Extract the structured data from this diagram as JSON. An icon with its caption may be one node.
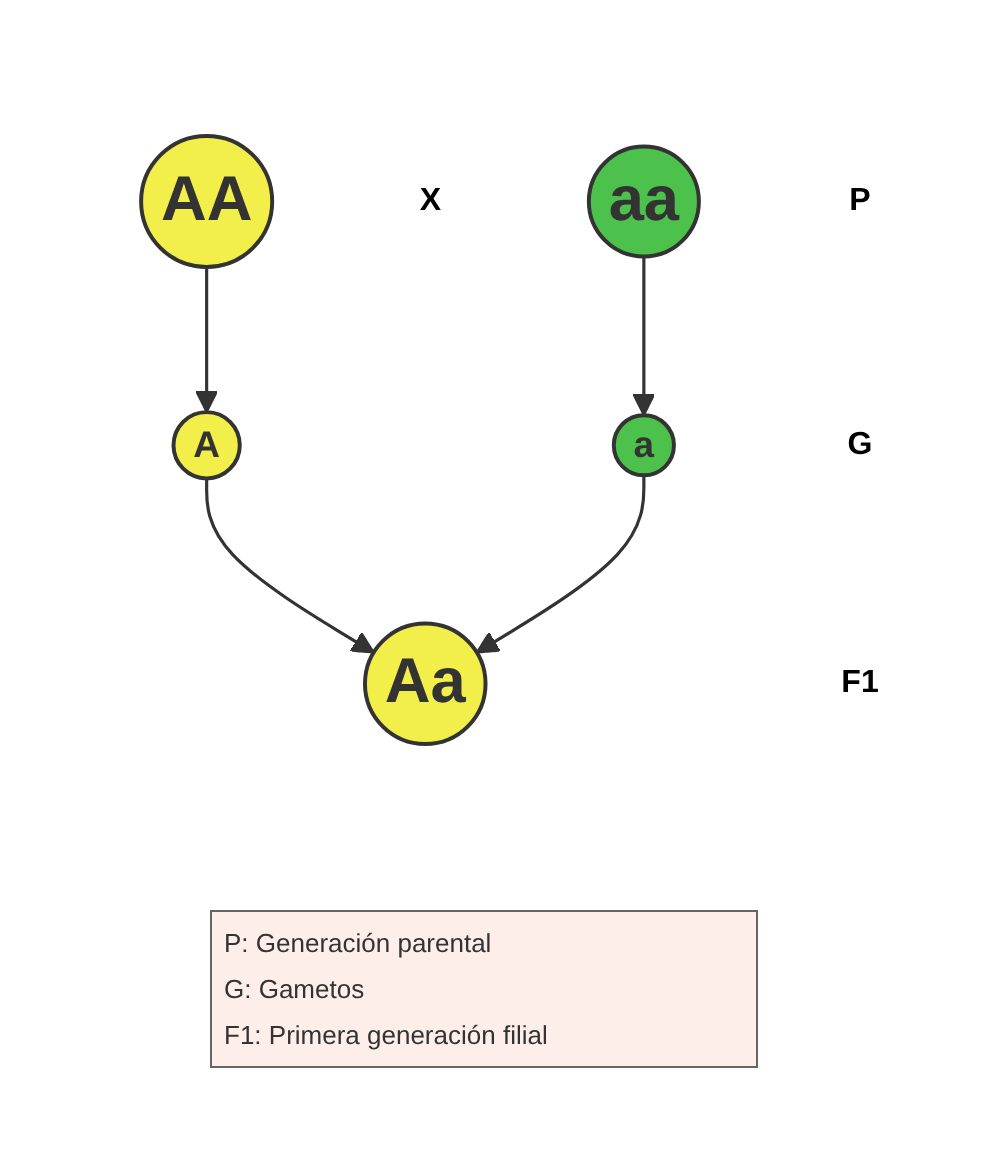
{
  "diagram": {
    "nodes": [
      {
        "text": [
          "AA"
        ]
      },
      {
        "text": [
          "aa"
        ]
      },
      {
        "text": [
          "A"
        ]
      },
      {
        "text": [
          "a"
        ]
      },
      {
        "text": [
          "Aa"
        ]
      }
    ],
    "edges": [
      {
        "from": 0,
        "to": 2,
        "arrow": "to"
      },
      {
        "from": 1,
        "to": 3,
        "arrow": "to"
      },
      {
        "from": 2,
        "to": 4,
        "arrow": "to"
      },
      {
        "from": 3,
        "to": 4,
        "arrow": "to"
      }
    ],
    "labels": [
      "X",
      "P",
      "G",
      "F1",
      "P: Generación parental",
      "G: Gametos",
      "F1: Primera generación filial"
    ]
  }
}
